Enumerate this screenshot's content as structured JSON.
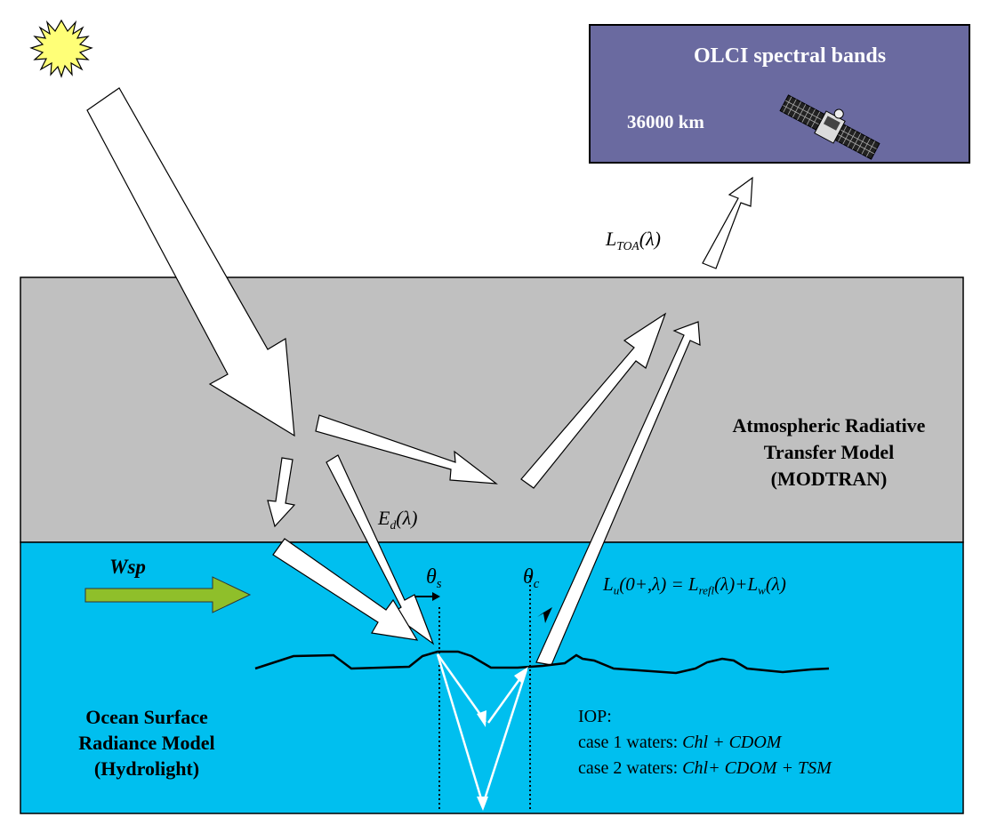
{
  "satellite_box": {
    "title": "OLCI spectral bands",
    "altitude": "36000 km",
    "colors": {
      "fill": "#6a6aa0",
      "border": "#000000"
    }
  },
  "atmosphere": {
    "label_lines": [
      "Atmospheric Radiative",
      "Transfer Model",
      "(MODTRAN)"
    ],
    "color": "#c0c0c0"
  },
  "ocean": {
    "label_lines": [
      "Ocean Surface",
      "Radiance Model",
      "(Hydrolight)"
    ],
    "color": "#00bfef"
  },
  "wind": {
    "label": "Wsp",
    "arrow_color": "#8fbf2a"
  },
  "symbols": {
    "l_toa": {
      "base": "L",
      "sub": "TOA",
      "arg": "(λ)"
    },
    "e_d": {
      "base": "E",
      "sub": "d",
      "arg": "(λ)"
    },
    "theta_s": {
      "base": "θ",
      "sub": "s"
    },
    "theta_c": {
      "base": "θ",
      "sub": "c"
    },
    "l_u": {
      "lhs_base": "L",
      "lhs_sub": "u",
      "lhs_arg": "(0+,λ)",
      "eq": " = ",
      "t1_base": "L",
      "t1_sub": "refl",
      "t1_arg": "(λ)",
      "plus": "+",
      "t2_base": "L",
      "t2_sub": "w",
      "t2_arg": "(λ)"
    }
  },
  "iop": {
    "title": "IOP:",
    "case1_prefix": "case 1 waters: ",
    "case1_terms": "Chl + CDOM",
    "case2_prefix": "case 2 waters: ",
    "case2_terms": "Chl+ CDOM + TSM"
  },
  "icons": [
    "sun-icon",
    "satellite-icon"
  ]
}
